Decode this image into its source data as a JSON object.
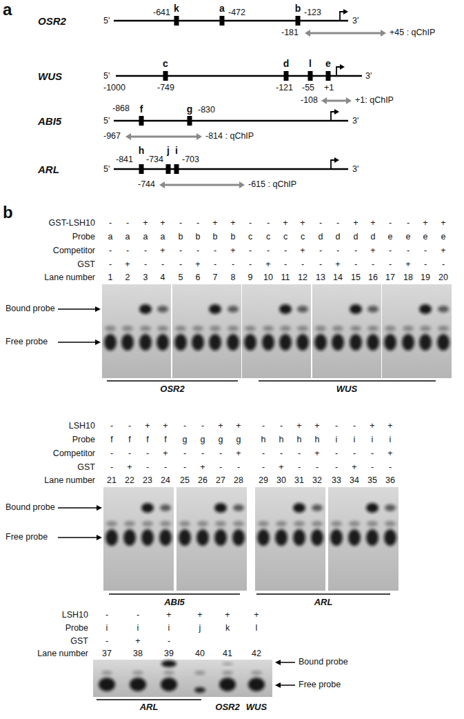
{
  "diagram": {
    "labels": [
      "a",
      "OSR2",
      "5'",
      "-641",
      "k",
      "a",
      "-472",
      "b",
      "-123",
      "3'",
      "-181",
      "+45 : qChIP",
      "WUS",
      "5'",
      "c",
      "d",
      "l",
      "e",
      "3'",
      "-1000",
      "-749",
      "-121",
      "-55",
      "+1",
      "-108",
      "+1: qChIP",
      "ABI5",
      "5'",
      "-868",
      "f",
      "g",
      "-830",
      "3'",
      "-967",
      "-814 : qChIP",
      "ARL",
      "5'",
      "-841",
      "h",
      "-734",
      "j",
      "i",
      "-703",
      "3'",
      "-744",
      "-615 : qChIP",
      "b",
      "GST-LSH10",
      "Probe",
      "Competitor",
      "GST",
      "Lane number",
      "-",
      "-",
      "+",
      "+",
      "-",
      "-",
      "+",
      "+",
      "-",
      "-",
      "+",
      "+",
      "-",
      "-",
      "+",
      "+",
      "-",
      "-",
      "+",
      "+",
      "a",
      "a",
      "a",
      "a",
      "b",
      "b",
      "b",
      "b",
      "c",
      "c",
      "c",
      "c",
      "d",
      "d",
      "d",
      "d",
      "e",
      "e",
      "e",
      "e",
      "-",
      "-",
      "-",
      "+",
      "-",
      "-",
      "-",
      "+",
      "-",
      "-",
      "-",
      "+",
      "-",
      "-",
      "-",
      "+",
      "-",
      "-",
      "-",
      "+",
      "-",
      "+",
      "-",
      "-",
      "-",
      "+",
      "-",
      "-",
      "-",
      "+",
      "-",
      "-",
      "-",
      "+",
      "-",
      "-",
      "-",
      "+",
      "-",
      "-",
      "1",
      "2",
      "3",
      "4",
      "5",
      "6",
      "7",
      "8",
      "9",
      "10",
      "11",
      "12",
      "13",
      "14",
      "15",
      "16",
      "17",
      "18",
      "19",
      "20",
      "Bound probe",
      "Free probe",
      "OSR2",
      "WUS",
      "LSH10",
      "Probe",
      "Competitor",
      "GST",
      "Lane number",
      "-",
      "-",
      "+",
      "+",
      "-",
      "-",
      "+",
      "+",
      "-",
      "-",
      "+",
      "+",
      "-",
      "-",
      "+",
      "+",
      "f",
      "f",
      "f",
      "f",
      "g",
      "g",
      "g",
      "g",
      "h",
      "h",
      "h",
      "h",
      "i",
      "i",
      "i",
      "i",
      "-",
      "-",
      "-",
      "+",
      "-",
      "-",
      "-",
      "+",
      "-",
      "-",
      "-",
      "+",
      "-",
      "-",
      "-",
      "+",
      "-",
      "+",
      "-",
      "-",
      "-",
      "+",
      "-",
      "-",
      "-",
      "+",
      "-",
      "-",
      "-",
      "+",
      "-",
      "-",
      "21",
      "22",
      "23",
      "24",
      "25",
      "26",
      "27",
      "28",
      "29",
      "30",
      "31",
      "32",
      "33",
      "34",
      "35",
      "36",
      "Bound probe",
      "Free probe",
      "ABI5",
      "ARL",
      "LSH10",
      "Probe",
      "GST",
      "Lane number",
      "-",
      "-",
      "+",
      "+",
      "+",
      "+",
      "i",
      "i",
      "i",
      "j",
      "k",
      "l",
      "-",
      "+",
      "-",
      "37",
      "38",
      "39",
      "40",
      "41",
      "42",
      "Bound probe",
      "Free probe",
      "ARL",
      "OSR2",
      "WUS"
    ]
  }
}
